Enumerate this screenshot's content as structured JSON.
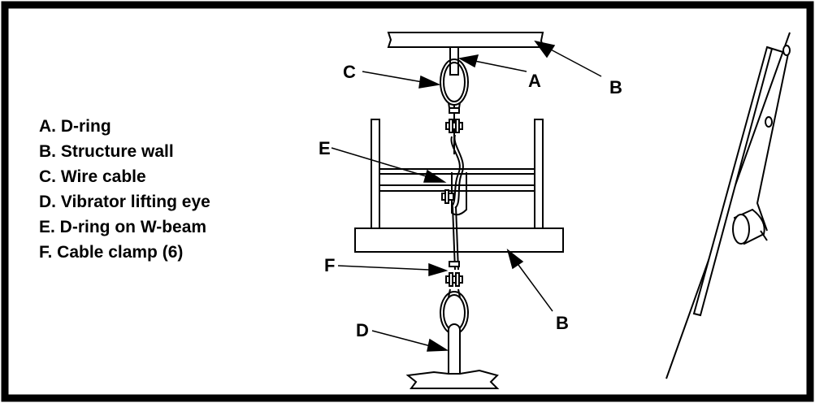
{
  "legend": [
    {
      "key": "A",
      "text": "A. D-ring"
    },
    {
      "key": "B",
      "text": "B. Structure wall"
    },
    {
      "key": "C",
      "text": "C. Wire cable"
    },
    {
      "key": "D",
      "text": "D. Vibrator lifting eye"
    },
    {
      "key": "E",
      "text": "E. D-ring on W-beam"
    },
    {
      "key": "F",
      "text": "F. Cable clamp (6)"
    }
  ],
  "callouts": {
    "A": "A",
    "B": "B",
    "C": "C",
    "D": "D",
    "E": "E",
    "F": "F"
  }
}
